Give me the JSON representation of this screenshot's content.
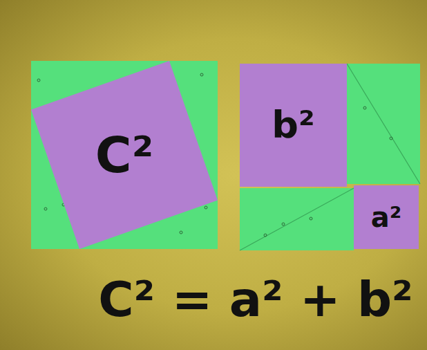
{
  "diagram": {
    "nodes": [
      {
        "text": [
          "C²"
        ]
      },
      {
        "text": [
          "b²"
        ]
      },
      {
        "text": [
          "a²"
        ]
      }
    ],
    "labels": [
      "C² = a² + b²"
    ]
  }
}
